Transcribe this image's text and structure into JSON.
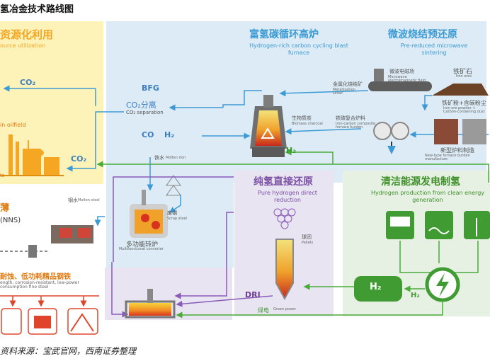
{
  "title": "氢冶金技术路线图",
  "footer": "资料来源：宝武官网，西南证券整理",
  "resource": {
    "title_cn": "资源化利用",
    "title_en": "ource utilization",
    "co2_top": "CO₂",
    "co2_bottom": "CO₂",
    "oilfield": "in oilfield",
    "fragment": "ts"
  },
  "blast_furnace": {
    "title_cn": "富氢碳循环高炉",
    "title_en": "Hydrogen-rich carbon cycling blast furnace",
    "bfg": "BFG",
    "co2_sep_cn": "CO₂分离",
    "co2_sep_en": "CO₂ separation",
    "co": "CO",
    "h2": "H₂",
    "h2_furnace": "H₂",
    "metallization_cn": "金属化烧结矿",
    "metallization_en": "Metallization sinter",
    "biomass_cn": "生物质炭",
    "biomass_en": "Biomass charcoal",
    "composite_cn": "铁碳复合炉料",
    "composite_en": "Iron-carbon composite furnace burden"
  },
  "microwave": {
    "title_cn": "微波烧结预还原",
    "title_en": "Pre-reduced microwave sintering",
    "field_cn": "微波电磁场",
    "field_en": "Microwave electromagnetic field",
    "iron_ores_cn": "铁矿石",
    "iron_ores_en": "Iron ores",
    "powder_cn": "铁矿粉+含碳粉尘",
    "powder_en": "Iron ore powder + Carbon-containing dust",
    "new_burden_cn": "新型炉料制造",
    "new_burden_en": "New-type furnace burden manufacture"
  },
  "converter": {
    "molten_iron_cn": "铁水",
    "molten_iron_en": "Molten iron",
    "scrap_cn": "废钢",
    "scrap_en": "Scrap steel",
    "name_cn": "多功能转炉",
    "name_en": "Multifunctional converter"
  },
  "nns": {
    "title_cn": "薄",
    "title_en": "(NNS)",
    "molten_steel_cn": "钢水",
    "molten_steel_en": "Molten steel",
    "product_cn": "耐蚀、低功耗精品钢铁",
    "product_en": "ength, corrosion-resistant, low-power consumption fine steel"
  },
  "pure_h2": {
    "title_cn": "纯氢直接还原",
    "title_en": "Pure hydrogen direct reduction",
    "pellets_cn": "球团",
    "pellets_en": "Pellets",
    "dri": "DRI",
    "green_power_cn": "绿电",
    "green_power_en": "Green power"
  },
  "clean_energy": {
    "title_cn": "清洁能源发电制氢",
    "title_en": "Hydrogen production from clean energy generation",
    "tank": "H₂",
    "h2_label": "H₂"
  },
  "colors": {
    "arrow_blue": "#3c9bd5",
    "arrow_green": "#4aab3a",
    "arrow_purple": "#8a5ab8",
    "arrow_red": "#e0452b",
    "arrow_orange": "#f5a623"
  }
}
